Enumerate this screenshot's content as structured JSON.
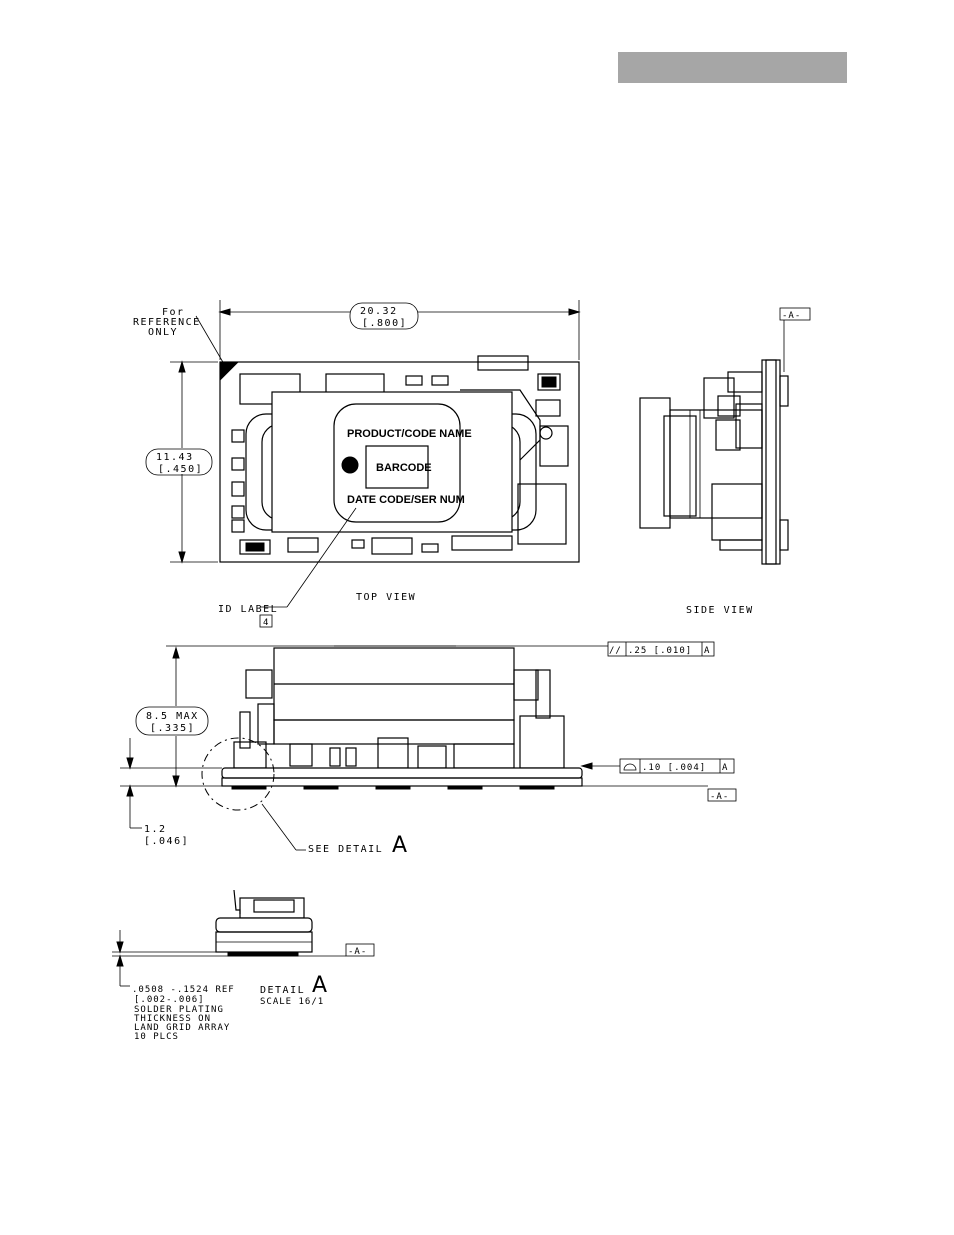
{
  "header": {
    "bar_color": "#a6a6a6"
  },
  "top_view": {
    "title": "TOP VIEW",
    "width_dim": {
      "mm": "20.32",
      "in": "[.800]"
    },
    "height_dim": {
      "mm": "11.43",
      "in": "[.450]"
    },
    "reference_note": [
      "For",
      "REFERENCE",
      "ONLY"
    ],
    "id_label": {
      "text": "ID LABEL",
      "note": "4"
    },
    "label_lines": {
      "product": "PRODUCT/CODE NAME",
      "barcode": "BARCODE",
      "date": "DATE CODE/SER NUM"
    }
  },
  "side_view": {
    "title": "SIDE VIEW",
    "datum": "-A-"
  },
  "front_view": {
    "height_dim": {
      "mm": "8.5 MAX",
      "in": "[.335]"
    },
    "standoff_dim": {
      "mm": "1.2",
      "in": "[.046]"
    },
    "parallelism": {
      "symbol": "//",
      "value": ".25 [.010]",
      "datum": "A"
    },
    "flatness": {
      "value": ".10 [.004]",
      "datum": "A"
    },
    "datum": "-A-",
    "see_detail": {
      "text": "SEE DETAIL",
      "letter": "A"
    }
  },
  "detail": {
    "title": "DETAIL",
    "letter": "A",
    "scale": "SCALE  16/1",
    "datum": "-A-",
    "note_lines": [
      ".0508 -.1524 REF",
      "[.002-.006]",
      "SOLDER PLATING",
      "THICKNESS ON",
      "LAND GRID ARRAY",
      "10 PLCS"
    ]
  }
}
